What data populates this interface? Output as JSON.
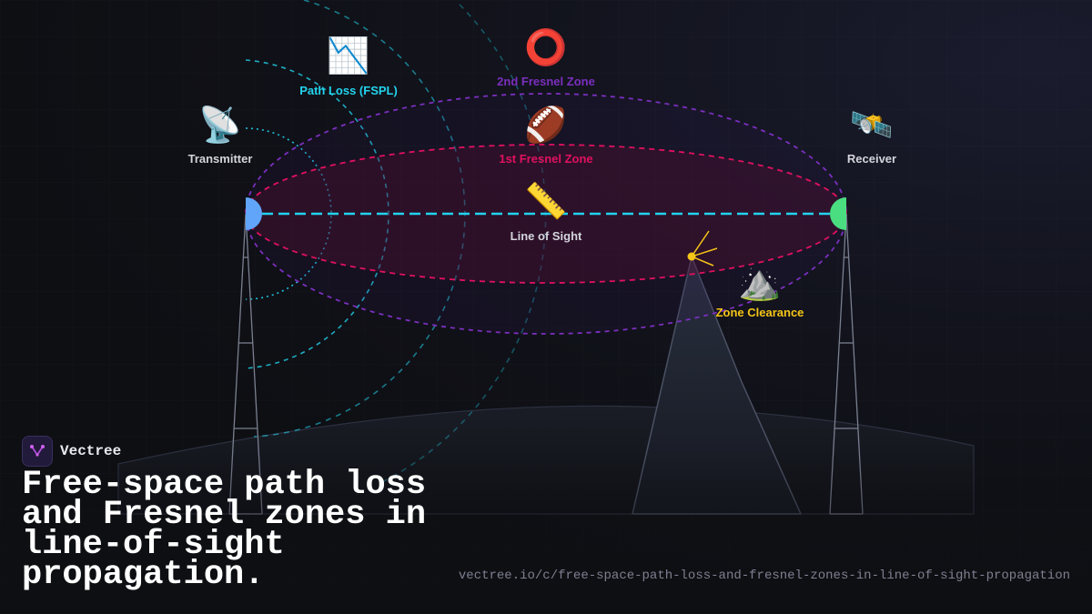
{
  "brand": {
    "name": "Vectree"
  },
  "headline": "Free-space path loss and Fresnel zones in line-of-sight propagation.",
  "url": "vectree.io/c/free-space-path-loss-and-fresnel-zones-in-line-of-sight-propagation",
  "labels": {
    "transmitter": "Transmitter",
    "receiver": "Receiver",
    "path_loss": "Path Loss (FSPL)",
    "fresnel_2": "2nd Fresnel Zone",
    "fresnel_1": "1st Fresnel Zone",
    "line_of_sight": "Line of Sight",
    "zone_clearance": "Zone Clearance"
  },
  "icons": {
    "transmitter": "satellite-dish-icon",
    "receiver": "satellite-icon",
    "path_loss": "chart-decreasing-icon",
    "fresnel_2": "hollow-circle-icon",
    "fresnel_1": "football-icon",
    "line_of_sight": "ruler-icon",
    "zone_clearance": "mountain-icon"
  },
  "colors": {
    "line_of_sight": "#22d3ee",
    "fresnel_1": "#e0115f",
    "fresnel_2": "#7b2fbe",
    "path_loss": "#22d3ee",
    "zone_clearance": "#f5c518",
    "transmitter_node": "#60a5fa",
    "receiver_node": "#4ade80",
    "label_neutral": "#d4d4dc"
  }
}
